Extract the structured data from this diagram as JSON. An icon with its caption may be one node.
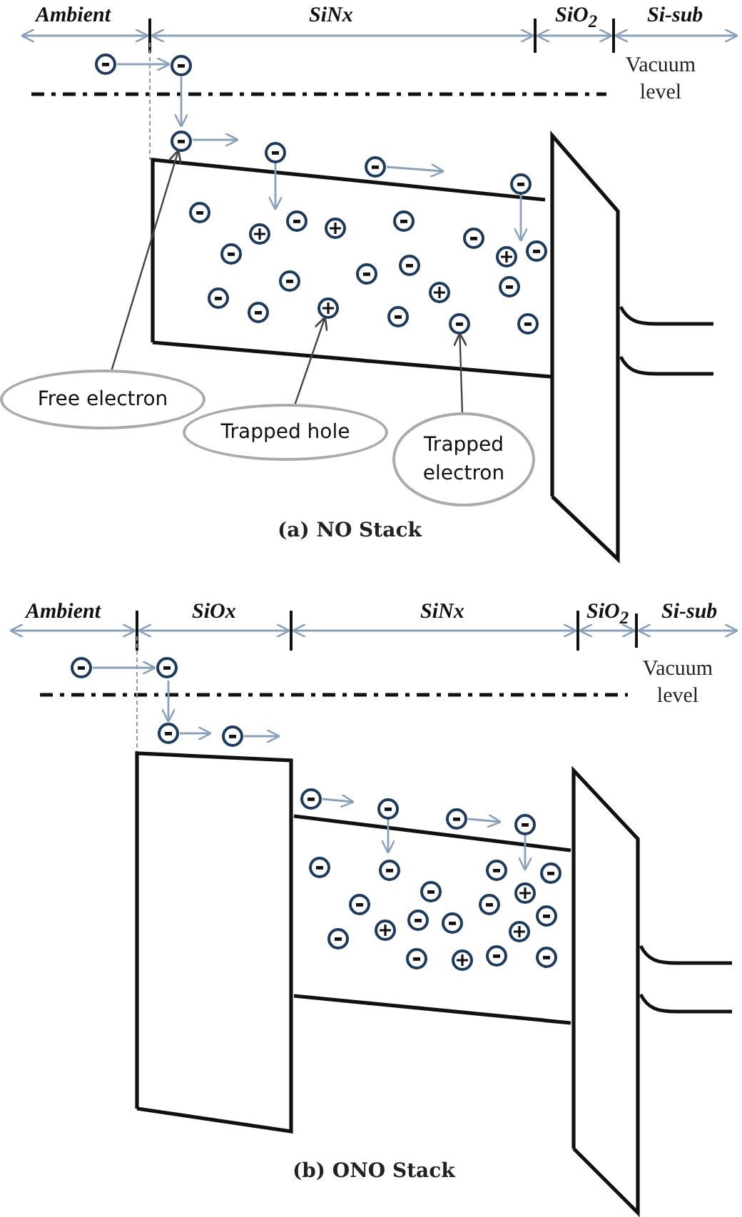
{
  "diagram": {
    "nodes": [
      {
        "text": [],
        "shape": "circle"
      },
      {
        "text": [],
        "shape": "circle"
      },
      {
        "text": [],
        "shape": "circle"
      },
      {
        "text": [
          "Free electron"
        ]
      },
      {
        "text": [
          "Trapped hole"
        ]
      },
      {
        "text": [
          "Trapped electron"
        ]
      }
    ],
    "edges": [
      {
        "from": 3,
        "to": 0,
        "arrow": "to"
      },
      {
        "from": 4,
        "to": 1,
        "arrow": "to"
      },
      {
        "from": 5,
        "to": 2,
        "arrow": "to"
      }
    ],
    "labels": [
      "Ambient",
      "SiNx",
      "SiO$_{2}$",
      "Si-sub",
      "Vacuum level",
      "(a) NO Stack",
      "Ambient",
      "SiOx",
      "SiNx",
      "SiO$_{2}$",
      "Si-sub",
      "Vacuum level",
      "(b) ONO Stack"
    ]
  }
}
